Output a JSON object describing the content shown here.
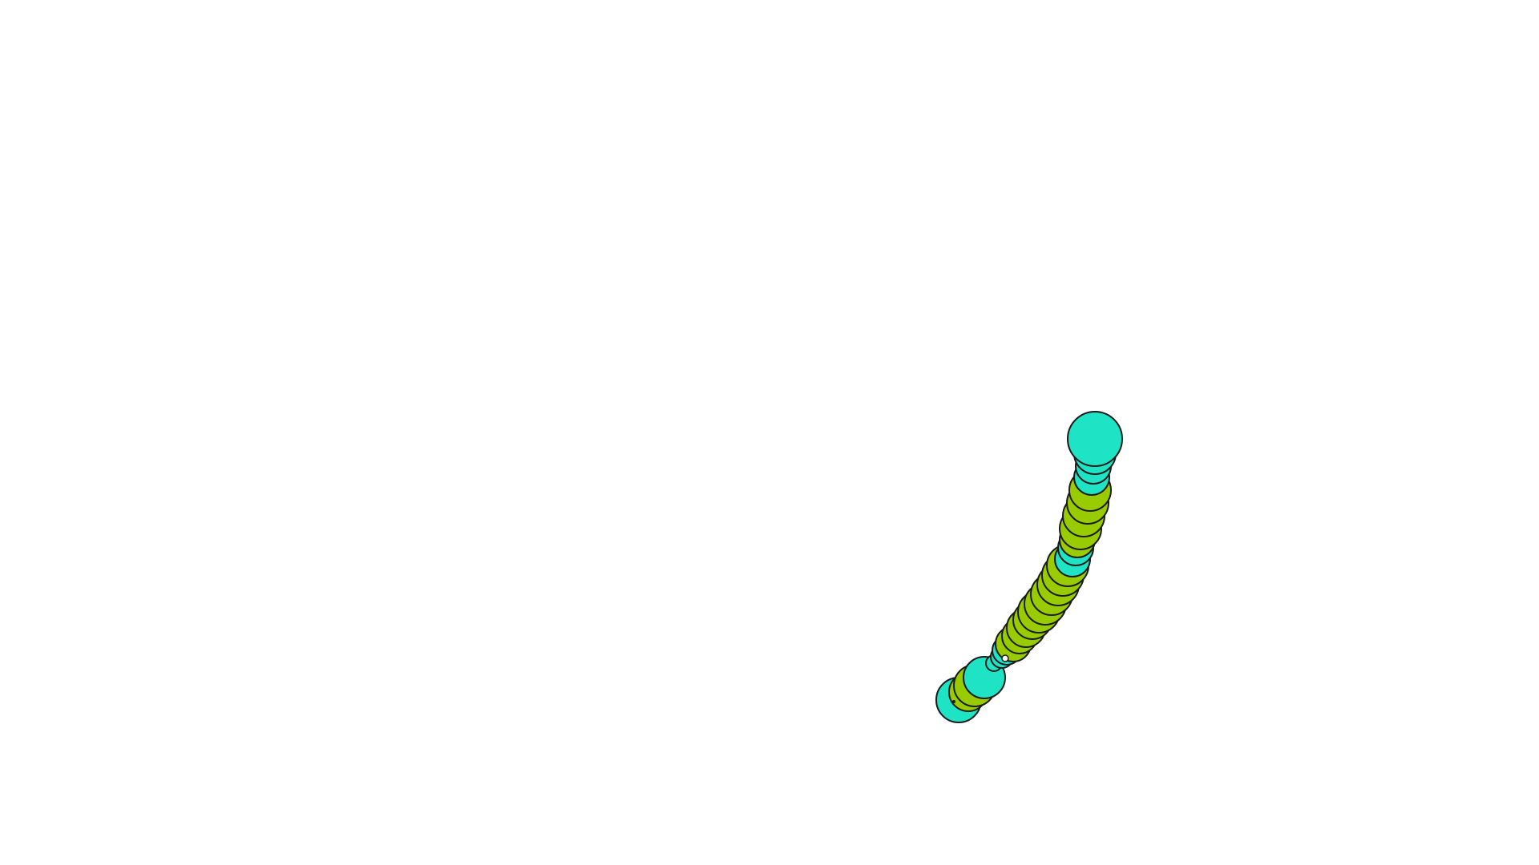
{
  "colors": {
    "background": "#ffffff",
    "teal": "#1ee3c4",
    "lime": "#99cc00",
    "outline": "#1a1a1a"
  },
  "worm": {
    "segment_count": 28,
    "segments": [
      {
        "color": "teal"
      },
      {
        "color": "teal"
      },
      {
        "color": "teal"
      },
      {
        "color": "teal"
      },
      {
        "color": "lime"
      },
      {
        "color": "lime"
      },
      {
        "color": "lime"
      },
      {
        "color": "lime"
      },
      {
        "color": "lime"
      },
      {
        "color": "teal"
      },
      {
        "color": "teal"
      },
      {
        "color": "lime"
      },
      {
        "color": "lime"
      },
      {
        "color": "lime"
      },
      {
        "color": "lime"
      },
      {
        "color": "lime"
      },
      {
        "color": "lime"
      },
      {
        "color": "lime"
      },
      {
        "color": "lime"
      },
      {
        "color": "lime"
      },
      {
        "color": "lime"
      },
      {
        "color": "teal"
      },
      {
        "color": "teal"
      },
      {
        "color": "teal"
      },
      {
        "color": "teal"
      },
      {
        "color": "lime"
      },
      {
        "color": "lime"
      },
      {
        "color": "teal"
      }
    ]
  }
}
